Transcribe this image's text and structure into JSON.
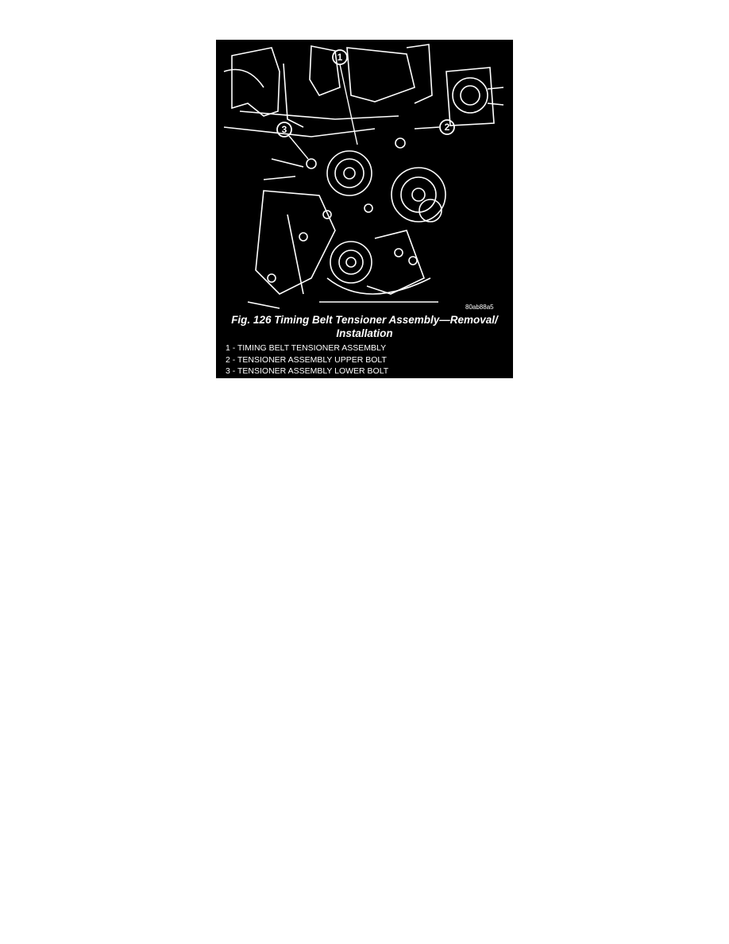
{
  "figure": {
    "image_code": "80ab88a5",
    "callouts": [
      "1",
      "2",
      "3"
    ],
    "caption_line1": "Fig. 126 Timing Belt Tensioner Assembly—Removal/",
    "caption_line2": "Installation",
    "legend": [
      "1 - TIMING BELT TENSIONER ASSEMBLY",
      "2 - TENSIONER ASSEMBLY UPPER BOLT",
      "3 - TENSIONER ASSEMBLY LOWER BOLT"
    ]
  }
}
